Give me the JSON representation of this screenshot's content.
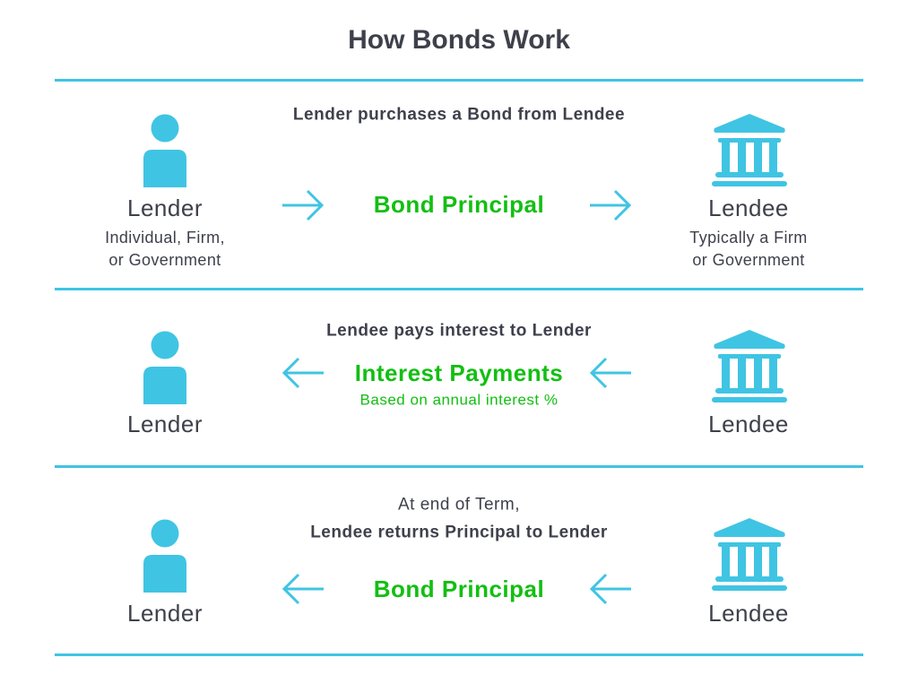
{
  "title": "How Bonds Work",
  "colors": {
    "accent": "#40c4e3",
    "highlight": "#12bf12",
    "text": "#3e404b"
  },
  "sections": [
    {
      "caption": "Lender purchases a Bond from Lendee",
      "flow_label": "Bond Principal",
      "direction": "right",
      "lender": {
        "name": "Lender",
        "desc1": "Individual, Firm,",
        "desc2": "or Government"
      },
      "lendee": {
        "name": "Lendee",
        "desc1": "Typically a Firm",
        "desc2": "or Government"
      }
    },
    {
      "caption": "Lendee pays interest to Lender",
      "flow_label": "Interest Payments",
      "flow_note": "Based on annual interest %",
      "direction": "left",
      "lender": {
        "name": "Lender"
      },
      "lendee": {
        "name": "Lendee"
      }
    },
    {
      "caption_line1": "At end of Term,",
      "caption": "Lendee returns Principal to Lender",
      "flow_label": "Bond Principal",
      "direction": "left",
      "lender": {
        "name": "Lender"
      },
      "lendee": {
        "name": "Lendee"
      }
    }
  ]
}
